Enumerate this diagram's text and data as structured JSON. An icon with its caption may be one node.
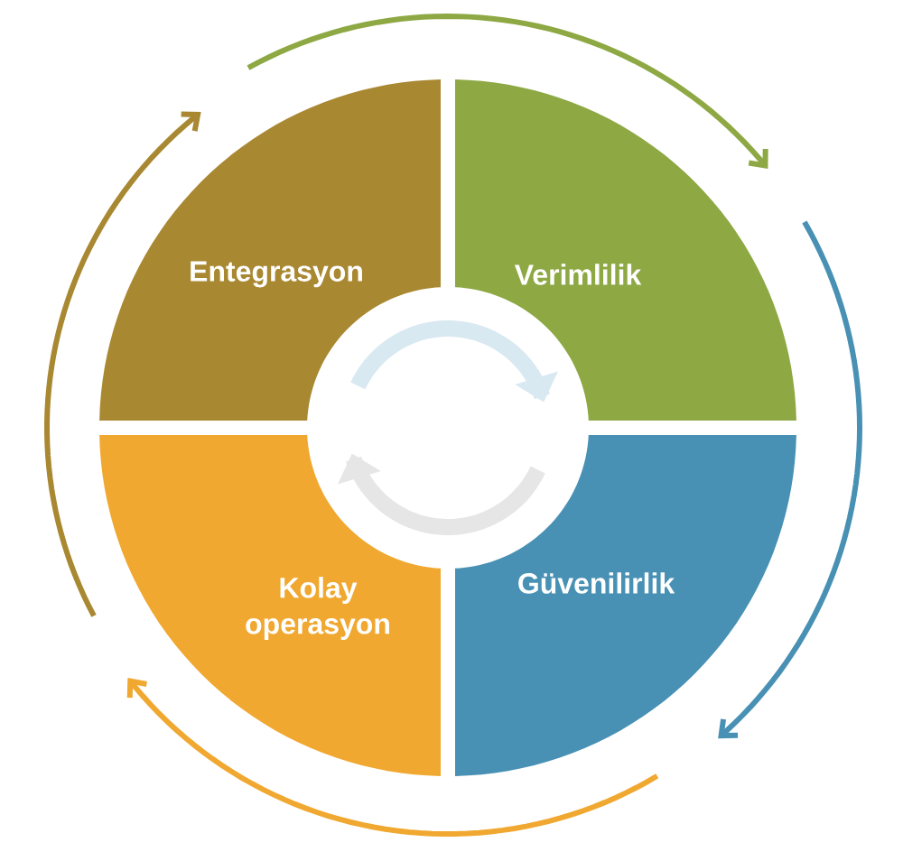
{
  "diagram": {
    "nodes": [
      {
        "text": [
          "Entegrasyon"
        ]
      },
      {
        "text": [
          "Verimlilik"
        ]
      },
      {
        "text": [
          "Güvenilirlik"
        ]
      },
      {
        "text": [
          "Kolay operasyon"
        ]
      }
    ]
  }
}
